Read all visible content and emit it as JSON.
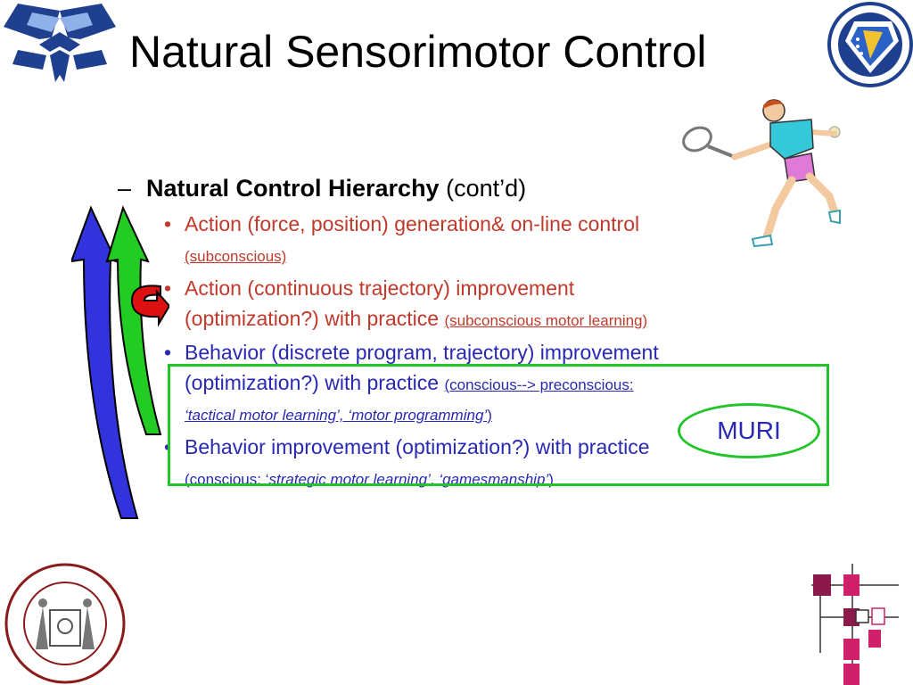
{
  "title": "Natural Sensorimotor Control",
  "heading": {
    "dash": "–",
    "bold": "Natural Control Hierarchy",
    "rest": " (cont’d)"
  },
  "bullet_char": "•",
  "bullets": [
    {
      "text": "Action (force, position) generation& on-line control",
      "note": "(subconscious)",
      "color": "#c0392b"
    },
    {
      "text": "Action (continuous trajectory) improvement (optimization?) with practice",
      "note": "(subconscious motor learning)",
      "color": "#c0392b"
    },
    {
      "text": "Behavior (discrete program, trajectory) improvement (optimization?) with practice",
      "note_prefix": "(conscious--> preconscious: ",
      "note_italic": "‘tactical motor learning’, ‘motor programming’",
      "note_suffix": ")",
      "color": "#2828b4"
    },
    {
      "text": "Behavior improvement (optimization?) with practice",
      "note_prefix": "(conscious: ‘",
      "note_italic": "strategic motor learning’, ‘gamesmanship’",
      "note_suffix": ")",
      "color": "#2828b4"
    }
  ],
  "muri_label": "MURI",
  "colors": {
    "accent_green": "#22c42a",
    "text_red": "#c0392b",
    "text_blue": "#2828b4",
    "arrow_blue": "#3333dd",
    "arrow_green": "#22cc22",
    "arrow_red": "#dd1111"
  },
  "icons": [
    "air-force-wings-logo",
    "afrl-seal-logo",
    "tennis-player-image",
    "mit-seal-logo",
    "corner-decoration-mark"
  ]
}
